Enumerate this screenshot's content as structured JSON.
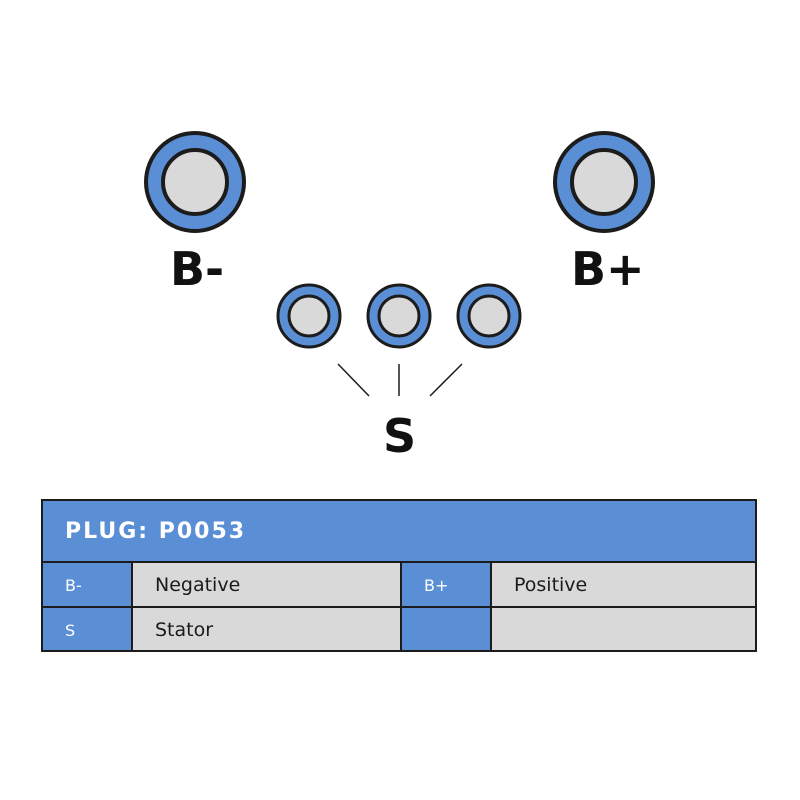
{
  "pins": {
    "b_minus": "B-",
    "b_plus": "B+",
    "s": "S"
  },
  "colors": {
    "pin_ring": "#5a8fd6",
    "pin_core": "#d9d9d9",
    "outline": "#1c1c1c",
    "header_bg": "#5a8fd6",
    "row_bg": "#d9d9d9"
  },
  "plug": {
    "title": "PLUG: P0053",
    "rows": [
      {
        "code_1": "B-",
        "desc_1": "Negative",
        "code_2": "B+",
        "desc_2": "Positive"
      },
      {
        "code_1": "S",
        "desc_1": "Stator",
        "code_2": "",
        "desc_2": ""
      }
    ]
  }
}
